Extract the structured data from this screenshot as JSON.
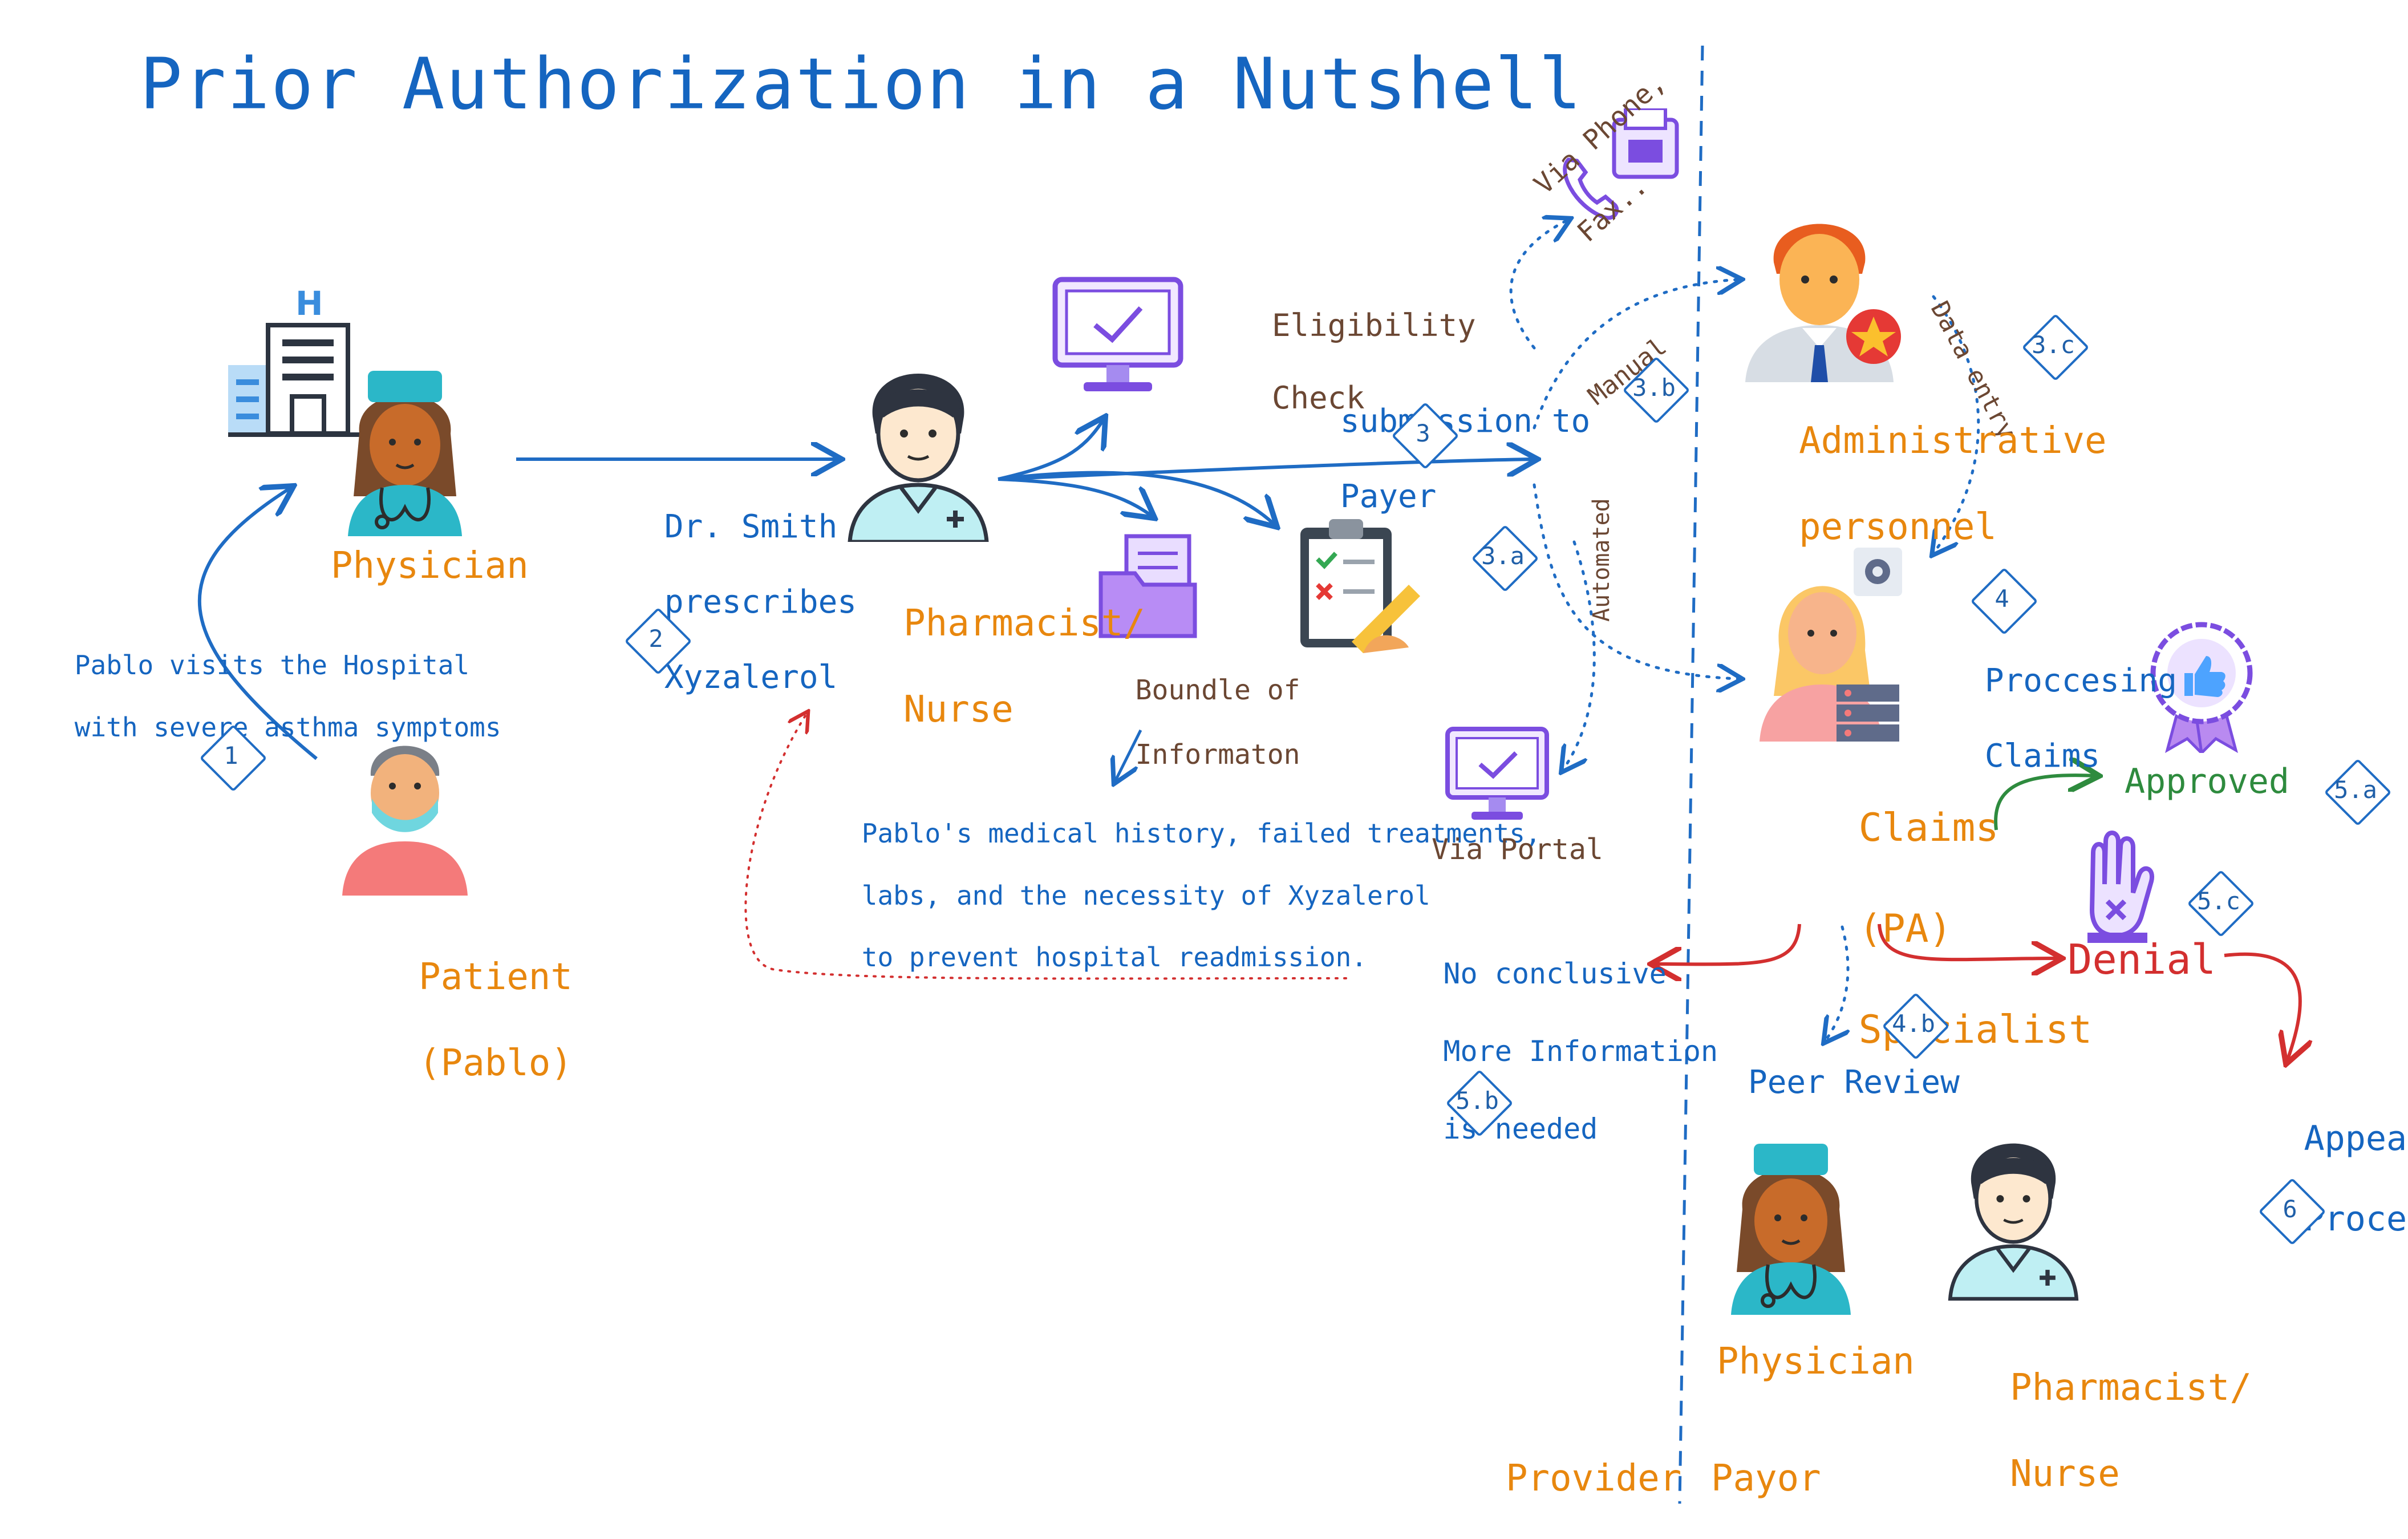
{
  "title": "Prior Authorization in a Nutshell",
  "colors": {
    "accent_blue": "#1565c0",
    "role_orange": "#e8870e",
    "note_brown": "#6b4733",
    "approve_green": "#2e8b3e",
    "deny_red": "#d32f2f",
    "divider": "#1f6cc4"
  },
  "actors": {
    "physician": "Physician",
    "patient_line1": "Patient",
    "patient_line2": "(Pablo)",
    "pharmacist_line1": "Pharmacist/",
    "pharmacist_line2": "Nurse",
    "admin_line1": "Administrative",
    "admin_line2": "personnel",
    "claims_line1": "Claims",
    "claims_line2": "(PA)",
    "claims_line3": "Specialist",
    "peer_physician": "Physician",
    "peer_pharmacist_line1": "Pharmacist/",
    "peer_pharmacist_line2": "Nurse"
  },
  "labels": {
    "visit_line1": "Pablo visits the Hospital",
    "visit_line2": "with severe asthma symptoms",
    "prescribe_line1": "Dr. Smith",
    "prescribe_line2": "prescribes",
    "prescribe_line3": "Xyzalerol",
    "eligibility_line1": "Eligibility",
    "eligibility_line2": "Check",
    "submission_line1": "submission to",
    "submission_line2": "Payer",
    "bundle_line1": "Boundle of",
    "bundle_line2": "Informaton",
    "bundle_detail_line1": "Pablo's medical history, failed treatments,",
    "bundle_detail_line2": "labs, and the necessity of Xyzalerol",
    "bundle_detail_line3": "to prevent hospital readmission.",
    "via_phone_line1": "Via Phone,",
    "via_phone_line2": "Fax..",
    "manual": "Manual",
    "automated": "Automated",
    "via_portal": "Via Portal",
    "data_entry": "Data entry",
    "processing_line1": "Proccesing",
    "processing_line2": "Claims",
    "approved": "Approved",
    "denial": "Denial",
    "no_conclusive_line1": "No conclusive",
    "no_conclusive_line2": "More Information",
    "no_conclusive_line3": "is needed",
    "peer_review": "Peer Review",
    "appeal_line1": "Appeal",
    "appeal_line2": "Process",
    "provider": "Provider",
    "payor": "Payor"
  },
  "steps": {
    "s1": "1",
    "s2": "2",
    "s3": "3",
    "s3a": "3.a",
    "s3b": "3.b",
    "s3c": "3.c",
    "s4": "4",
    "s4b": "4.b",
    "s5a": "5.a",
    "s5b": "5.b",
    "s5c": "5.c",
    "s6": "6"
  },
  "icons": {
    "hospital": "hospital-building-icon",
    "physician": "female-physician-icon",
    "patient": "masked-patient-icon",
    "pharmacist": "pharmacist-nurse-icon",
    "monitor": "eligibility-monitor-icon",
    "folder": "document-folder-icon",
    "clipboard": "checklist-clipboard-icon",
    "phone_fax": "phone-fax-icon",
    "portal": "portal-monitor-icon",
    "admin": "admin-person-icon",
    "claims": "claims-specialist-icon",
    "approved": "approved-badge-icon",
    "denial": "denial-glove-icon"
  }
}
